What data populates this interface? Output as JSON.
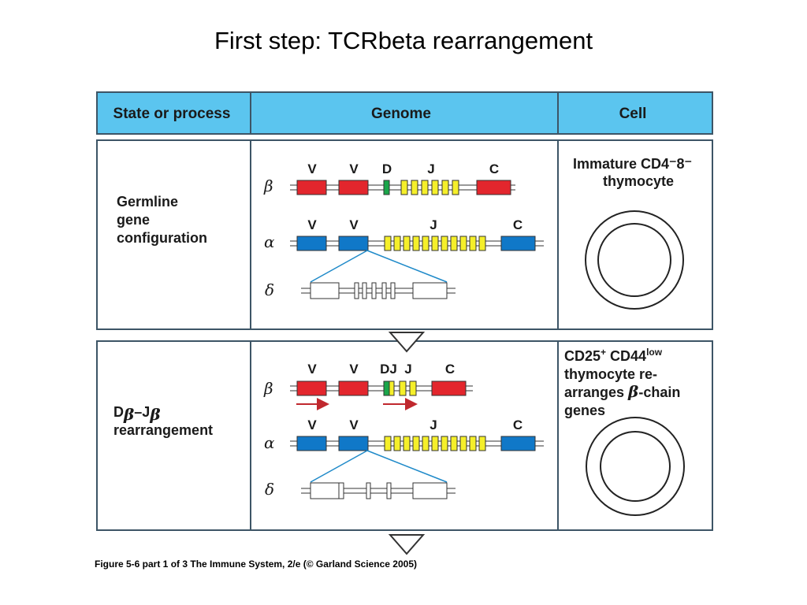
{
  "title": "First step: TCRbeta rearrangement",
  "header": {
    "col1": "State or process",
    "col2": "Genome",
    "col3": "Cell"
  },
  "row1": {
    "process_lines": [
      "Germline",
      "gene",
      "configuration"
    ],
    "cell_line1": "Immature CD4⁻8⁻",
    "cell_line2": "thymocyte",
    "beta": {
      "greek": "β",
      "labels": [
        "V",
        "V",
        "D",
        "J",
        "C"
      ]
    },
    "alpha": {
      "greek": "α",
      "labels": [
        "V",
        "V",
        "J",
        "C"
      ]
    },
    "delta": {
      "greek": "δ"
    }
  },
  "row2": {
    "process_line1_main": "D",
    "process_line1_sub1": "β",
    "process_line1_dash": "–J",
    "process_line1_sub2": "β",
    "process_line2": "rearrangement",
    "cell_cd25": "CD25",
    "cell_cd25_sup": "+",
    "cell_cd44": " CD44",
    "cell_cd44_sup": "low",
    "cell_line2": "thymocyte re-",
    "cell_line3_a": "arranges ",
    "cell_line3_greek": "β",
    "cell_line3_b": "-chain",
    "cell_line4": "genes",
    "beta": {
      "greek": "β",
      "labels": [
        "V",
        "V",
        "DJ",
        "J",
        "C"
      ]
    },
    "alpha": {
      "greek": "α",
      "labels": [
        "V",
        "V",
        "J",
        "C"
      ]
    },
    "delta": {
      "greek": "δ"
    }
  },
  "caption": "Figure 5-6 part 1 of 3  The Immune System, 2/e (© Garland Science 2005)",
  "colors": {
    "header_fill": "#5bc5ef",
    "border": "#3d5566",
    "v_segment": "#e3262d",
    "c_segment": "#e3262d",
    "alpha_segment": "#1078c8",
    "d_segment": "#1aa64a",
    "j_segment": "#f5ef2a",
    "arrow": "#c0282e",
    "link_line": "#1f8ac9"
  }
}
